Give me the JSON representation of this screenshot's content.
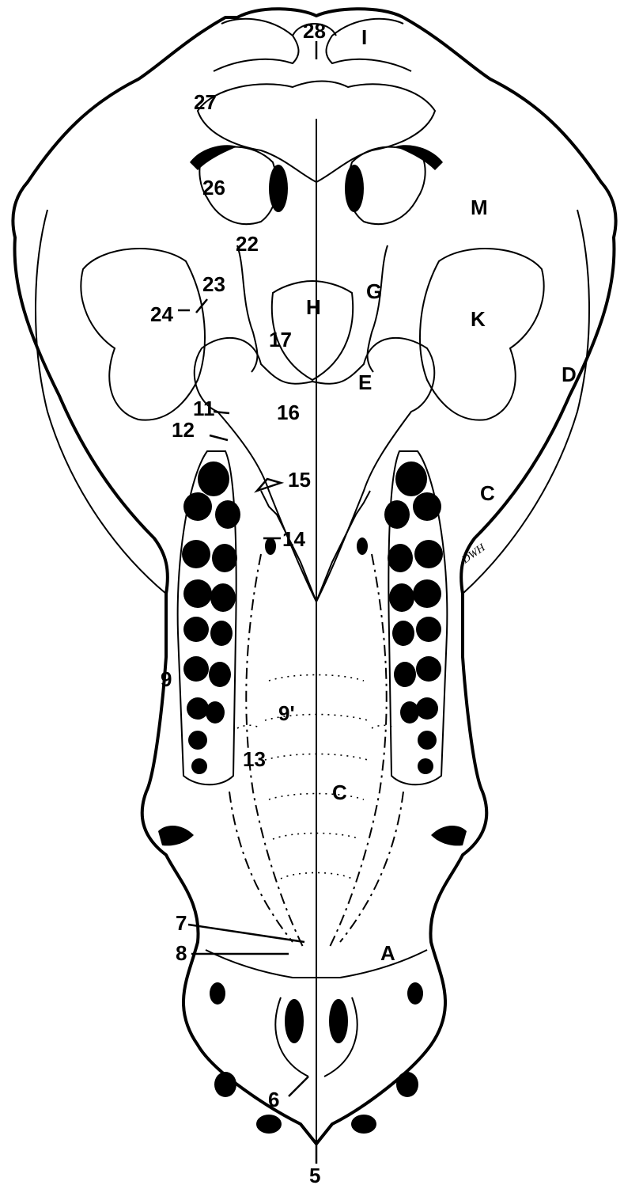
{
  "figure": {
    "signature": "DWH",
    "labels": {
      "n28": "28",
      "I": "I",
      "n27": "27",
      "n26": "26",
      "M": "M",
      "n22": "22",
      "n23": "23",
      "n24": "24",
      "H": "H",
      "G": "G",
      "K": "K",
      "n17": "17",
      "D": "D",
      "E": "E",
      "n16": "16",
      "n11": "11",
      "n12": "12",
      "n15": "15",
      "C_upper": "C",
      "n14": "14",
      "n9": "9",
      "n9p": "9'",
      "n13": "13",
      "C_lower": "C",
      "n7": "7",
      "n8": "8",
      "A": "A",
      "n6": "6",
      "n5": "5"
    }
  }
}
